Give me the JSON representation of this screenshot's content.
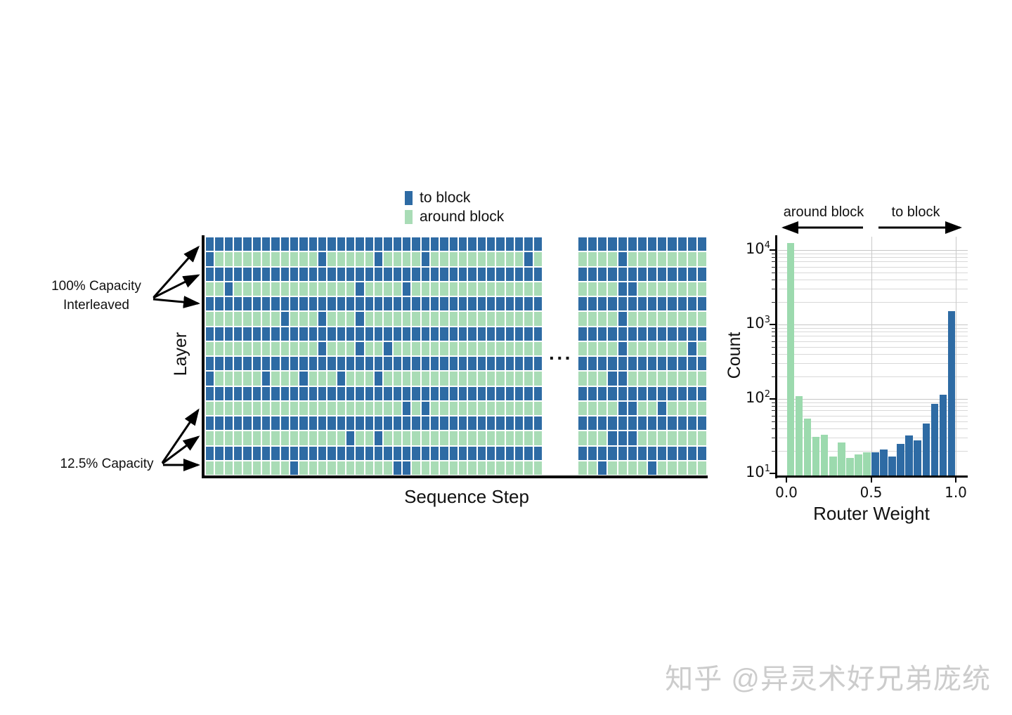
{
  "figure": {
    "background": "#ffffff"
  },
  "colors": {
    "to_block_blue": "#2e6ba4",
    "around_block_green": "#a9dcb6",
    "hist_green": "#9cdaae",
    "axis_black": "#000000",
    "gridline_major": "#c6c6c6",
    "gridline_minor": "#d8d8d8",
    "watermark_gray": "#cccccc"
  },
  "routing_grid": {
    "ellipsis": "···",
    "annotations": {
      "top_line1": "100% Capacity",
      "top_line2": "Interleaved",
      "bottom": "12.5% Capacity"
    }
  },
  "chart_data": [
    {
      "type": "heatmap",
      "xlabel": "Sequence Step",
      "ylabel": "Layer",
      "legend": [
        {
          "label": "to block",
          "color": "#2e6ba4"
        },
        {
          "label": "around block",
          "color": "#a9dcb6"
        }
      ],
      "cell_encoding": {
        "B": "to block",
        "G": "around block"
      },
      "row_count": 16,
      "rows_left_block": [
        "BBBBBBBBBBBBBBBBBBBBBBBBBBBBBBBBBBBB",
        "BGGGGGGGGGGGBGGGGGBGGGGBGGGGGGGGGGBG",
        "BBBBBBBBBBBBBBBBBBBBBBBBBBBBBBBBBBBB",
        "GGBGGGGGGGGGGGGGBGGGGBGGGGGGGGGGGGGG",
        "BBBBBBBBBBBBBBBBBBBBBBBBBBBBBBBBBBBB",
        "GGGGGGGGBGGGBGGGBGGGGGGGGGGGGGGGGGGG",
        "BBBBBBBBBBBBBBBBBBBBBBBBBBBBBBBBBBBB",
        "GGGGGGGGGGGGBGGGBGGBGGGGGGGGGGGGGGGG",
        "BBBBBBBBBBBBBBBBBBBBBBBBBBBBBBBBBBBB",
        "BGGGGGBGGGBGGGBGGGBGGGGGGGGGGGGGGGGG",
        "BBBBBBBBBBBBBBBBBBBBBBBBBBBBBBBBBBBB",
        "GGGGGGGGGGGGGGGGGGGGGBGBGGGGGGGGGGGG",
        "BBBBBBBBBBBBBBBBBBBBBBBBBBBBBBBBBBBB",
        "GGGGGGGGGGGGGGGBGGBGGGGGGGGGGGGGGGGG",
        "BBBBBBBBBBBBBBBBBBBBBBBBBBBBBBBBBBBB",
        "GGGGGGGGGBGGGGGGGGGGBBGGGGGGGGGGGGGG"
      ],
      "rows_right_block": [
        "BBBBBBBBBBBBB",
        "GGGGBGGGGGGGG",
        "BBBBBBBBBBBBB",
        "GGGGBBGGGGGGG",
        "BBBBBBBBBBBBB",
        "GGGGBGGGGGGGG",
        "BBBBBBBBBBBBB",
        "GGGGBGGGGGGBG",
        "BBBBBBBBBBBBB",
        "GGGBBGGGGGGGG",
        "BBBBBBBBBBBBB",
        "GGGGBBGGBGGGG",
        "BBBBBBBBBBBBB",
        "GGGBBBGGGGGGG",
        "BBBBBBBBBBBBB",
        "GGBGGGGBGGGGG"
      ],
      "annotations": [
        {
          "text": "100% Capacity Interleaved",
          "points_to_layers": [
            1,
            3,
            5
          ]
        },
        {
          "text": "12.5% Capacity",
          "points_to_layers": [
            12,
            14,
            16
          ]
        }
      ]
    },
    {
      "type": "bar",
      "subtype": "histogram",
      "xlabel": "Router Weight",
      "ylabel": "Count",
      "yscale": "log",
      "ylim": [
        10,
        16000
      ],
      "xlim": [
        -0.05,
        1.05
      ],
      "xticks": [
        "0.0",
        "0.5",
        "1.0"
      ],
      "yticks": [
        {
          "base": "10",
          "exp": "4"
        },
        {
          "base": "10",
          "exp": "3"
        },
        {
          "base": "10",
          "exp": "2"
        },
        {
          "base": "10",
          "exp": "1"
        }
      ],
      "bins_start": 0.0,
      "bin_width": 0.05,
      "values": [
        12500,
        110,
        55,
        31,
        33,
        17,
        26,
        16,
        18,
        19,
        19,
        21,
        17,
        25,
        32,
        28,
        47,
        85,
        115,
        1500
      ],
      "series": [
        {
          "name": "around block",
          "range": "0.0-0.5",
          "color": "#9cdaae"
        },
        {
          "name": "to block",
          "range": "0.5-1.0",
          "color": "#2e6ba4"
        }
      ],
      "arrow_labels": {
        "left": "around block",
        "right": "to block"
      },
      "grid": "log minor + major horizontal, vertical at 0.5 and 1.0",
      "legend_position": "none"
    }
  ],
  "watermark": {
    "text": "知乎 @异灵术好兄弟庞统"
  }
}
